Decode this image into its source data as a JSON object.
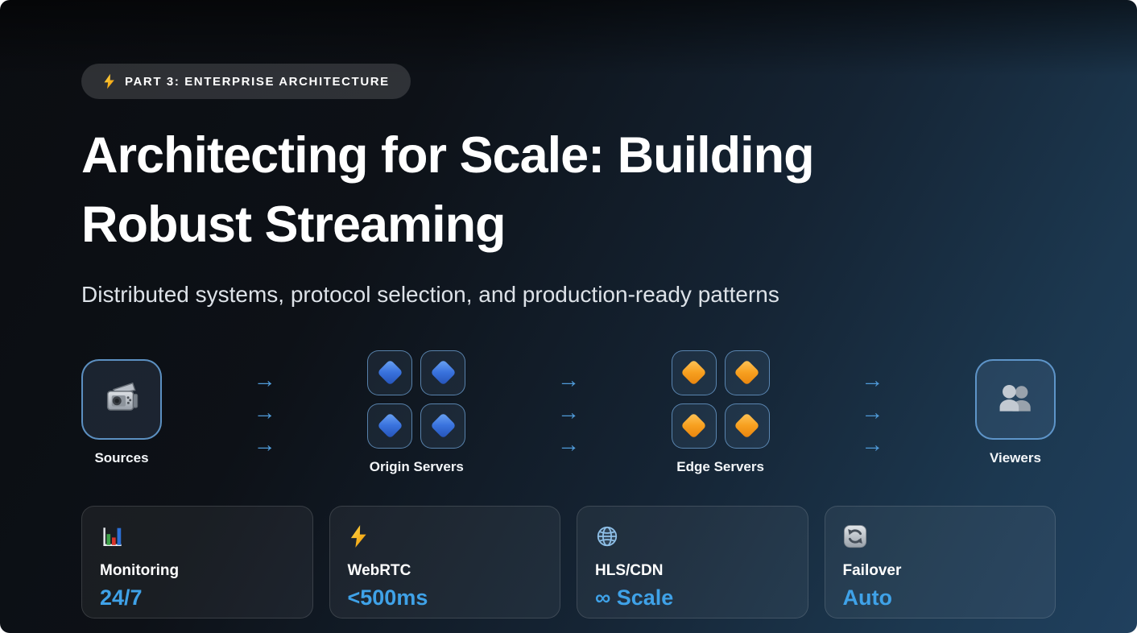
{
  "badge": {
    "icon": "lightning-icon",
    "label": "PART 3: ENTERPRISE ARCHITECTURE"
  },
  "title": "Architecting for Scale: Building Robust Streaming",
  "subtitle": "Distributed systems, protocol selection, and production-ready patterns",
  "pipeline": {
    "arrow_glyph": "→",
    "arrows_per_connector": 3,
    "stages": [
      {
        "label": "Sources",
        "icon": "video-camera-icon",
        "type": "single"
      },
      {
        "label": "Origin Servers",
        "icon": "blue-diamond-icon",
        "type": "grid-2x2",
        "node_count": 4
      },
      {
        "label": "Edge Servers",
        "icon": "orange-diamond-icon",
        "type": "grid-2x2",
        "node_count": 4
      },
      {
        "label": "Viewers",
        "icon": "people-icon",
        "type": "single"
      }
    ]
  },
  "stats": [
    {
      "icon": "bar-chart-icon",
      "label": "Monitoring",
      "value": "24/7"
    },
    {
      "icon": "lightning-icon",
      "label": "WebRTC",
      "value": "<500ms"
    },
    {
      "icon": "globe-icon",
      "label": "HLS/CDN",
      "value": "∞ Scale"
    },
    {
      "icon": "refresh-icon",
      "label": "Failover",
      "value": "Auto"
    }
  ],
  "colors": {
    "accent_value_blue": "#3fa2e8",
    "arrow_blue": "#4f9ad8",
    "bolt_gold": "#f5b800",
    "blue_diamond": "#3a73de",
    "orange_diamond": "#f7a01f",
    "background_top": "#0b0d11",
    "background_bottom": "#20405e"
  }
}
